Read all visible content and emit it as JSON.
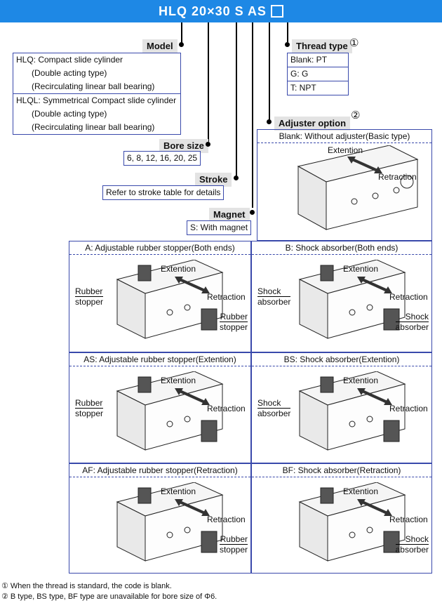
{
  "title": {
    "code": "HLQ  20×30 S AS"
  },
  "model": {
    "label": "Model",
    "options": [
      {
        "code": "HLQ: Compact slide cylinder",
        "l2": "(Double acting type)",
        "l3": "(Recirculating linear ball bearing)"
      },
      {
        "code": "HLQL: Symmetrical Compact slide cylinder",
        "l2": "(Double acting type)",
        "l3": "(Recirculating linear ball bearing)"
      }
    ]
  },
  "thread": {
    "label": "Thread type",
    "note_mark": "①",
    "options": [
      "Blank: PT",
      "G: G",
      "T: NPT"
    ]
  },
  "bore": {
    "label": "Bore size",
    "value": "6, 8, 12, 16, 20, 25"
  },
  "stroke": {
    "label": "Stroke",
    "value": "Refer to stroke table for details"
  },
  "magnet": {
    "label": "Magnet",
    "value": "S: With magnet"
  },
  "adjuster": {
    "label": "Adjuster option",
    "note_mark": "②",
    "blank": {
      "header": "Blank: Without adjuster(Basic type)",
      "extention": "Extention",
      "retraction": "Retraction"
    },
    "cells": [
      {
        "header": "A: Adjustable rubber stopper(Both ends)",
        "extention": "Extention",
        "retraction": "Retraction",
        "left": [
          "Rubber",
          "stopper"
        ],
        "right": [
          "Rubber",
          "stopper"
        ]
      },
      {
        "header": "B: Shock absorber(Both ends)",
        "extention": "Extention",
        "retraction": "Retraction",
        "left": [
          "Shock",
          "absorber"
        ],
        "right": [
          "Shock",
          "absorber"
        ]
      },
      {
        "header": "AS: Adjustable rubber stopper(Extention)",
        "extention": "Extention",
        "retraction": "Retraction",
        "left": [
          "Rubber",
          "stopper"
        ],
        "right": [
          "",
          ""
        ]
      },
      {
        "header": "BS: Shock absorber(Extention)",
        "extention": "Extention",
        "retraction": "Retraction",
        "left": [
          "Shock",
          "absorber"
        ],
        "right": [
          "",
          ""
        ]
      },
      {
        "header": "AF: Adjustable rubber stopper(Retraction)",
        "extention": "Extention",
        "retraction": "Retraction",
        "left": [
          "",
          ""
        ],
        "right": [
          "Rubber",
          "stopper"
        ]
      },
      {
        "header": "BF: Shock absorber(Retraction)",
        "extention": "Extention",
        "retraction": "Retraction",
        "left": [
          "",
          ""
        ],
        "right": [
          "Shock",
          "absorber"
        ]
      }
    ]
  },
  "footnotes": [
    "① When the thread is standard, the code is blank.",
    "② B type, BS type, BF type are unavailable for bore size of  Φ6."
  ]
}
